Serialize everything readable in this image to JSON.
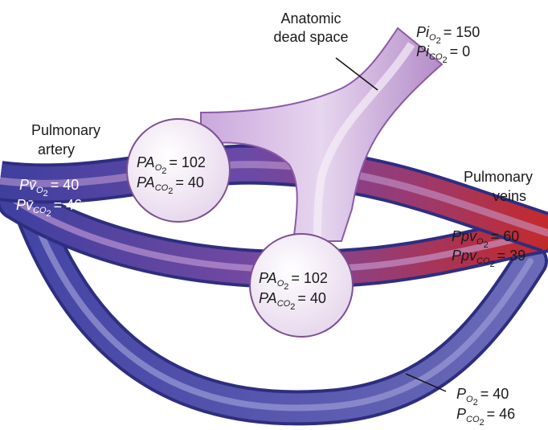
{
  "labels": {
    "anatomic_1": "Anatomic",
    "anatomic_2": "dead space",
    "pulm_artery_1": "Pulmonary",
    "pulm_artery_2": "artery",
    "pulm_veins_1": "Pulmonary",
    "pulm_veins_2": "veins"
  },
  "inspired": {
    "o2_sym": "Pi",
    "o2_sub": "O",
    "o2_sub2": "2",
    "o2_val": "= 150",
    "co2_sym": "Pi",
    "co2_sub": "CO",
    "co2_sub2": "2",
    "co2_val": "= 0"
  },
  "mixed_venous": {
    "o2_sym": "Pv̄",
    "o2_sub": "O",
    "o2_sub2": "2",
    "o2_val": "= 40",
    "co2_sym": "Pv̄",
    "co2_sub": "CO",
    "co2_sub2": "2",
    "co2_val": "= 46"
  },
  "alveolus_upper": {
    "o2_sym": "PA",
    "o2_sub": "O",
    "o2_sub2": "2",
    "o2_val": "= 102",
    "co2_sym": "PA",
    "co2_sub": "CO",
    "co2_sub2": "2",
    "co2_val": "= 40"
  },
  "alveolus_lower": {
    "o2_sym": "PA",
    "o2_sub": "O",
    "o2_sub2": "2",
    "o2_val": "= 102",
    "co2_sym": "PA",
    "co2_sub": "CO",
    "co2_sub2": "2",
    "co2_val": "= 40"
  },
  "pulm_vein": {
    "o2_sym": "Ppv",
    "o2_sub": "O",
    "o2_sub2": "2",
    "o2_val": "= 60",
    "co2_sym": "Ppv",
    "co2_sub": "CO",
    "co2_sub2": "2",
    "co2_val": "= 39"
  },
  "shunt": {
    "o2_sym": "P",
    "o2_sub": "O",
    "o2_sub2": "2",
    "o2_val": "= 40",
    "co2_sym": "P",
    "co2_sub": "CO",
    "co2_sub2": "2",
    "co2_val": "= 46"
  },
  "colors": {
    "venous": "#4a4aa8",
    "arterial": "#b02a2a",
    "airway": "#c9a8d8",
    "alveolus": "#f1e8f4"
  }
}
